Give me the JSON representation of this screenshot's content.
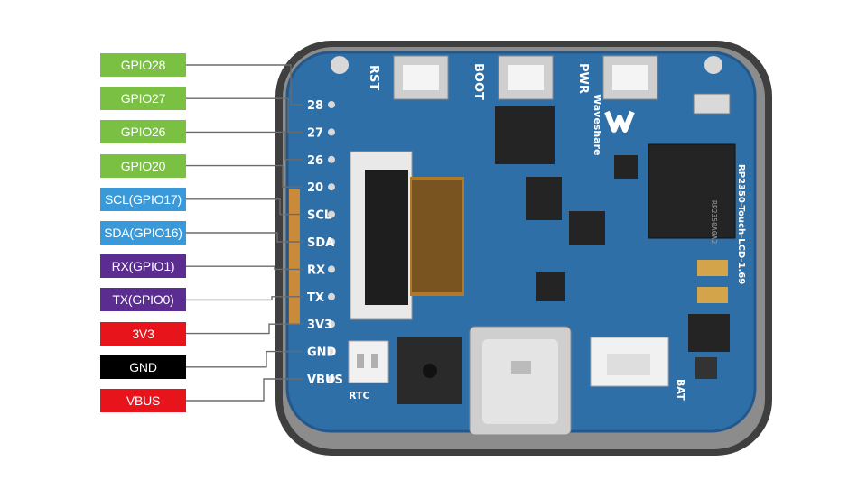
{
  "pins": [
    {
      "label": "GPIO28",
      "header": "28",
      "bg": "#7ac143",
      "fg": "#ffffff"
    },
    {
      "label": "GPIO27",
      "header": "27",
      "bg": "#7ac143",
      "fg": "#ffffff"
    },
    {
      "label": "GPIO26",
      "header": "26",
      "bg": "#7ac143",
      "fg": "#ffffff"
    },
    {
      "label": "GPIO20",
      "header": "20",
      "bg": "#7ac143",
      "fg": "#ffffff"
    },
    {
      "label": "SCL(GPIO17)",
      "header": "SCL",
      "bg": "#3a9ad9",
      "fg": "#ffffff"
    },
    {
      "label": "SDA(GPIO16)",
      "header": "SDA",
      "bg": "#3a9ad9",
      "fg": "#ffffff"
    },
    {
      "label": "RX(GPIO1)",
      "header": "RX",
      "bg": "#5b2d91",
      "fg": "#ffffff"
    },
    {
      "label": "TX(GPIO0)",
      "header": "TX",
      "bg": "#5b2d91",
      "fg": "#ffffff"
    },
    {
      "label": "3V3",
      "header": "3V3",
      "bg": "#e8141c",
      "fg": "#ffffff"
    },
    {
      "label": "GND",
      "header": "GND",
      "bg": "#000000",
      "fg": "#ffffff"
    },
    {
      "label": "VBUS",
      "header": "VBUS",
      "bg": "#e8141c",
      "fg": "#ffffff"
    }
  ],
  "board": {
    "buttons": [
      "RST",
      "BOOT",
      "PWR"
    ],
    "brand": "Waveshare",
    "model": "RP2350-Touch-LCD-1.69",
    "chip_text": "RP2350A0A2",
    "connectors": [
      "RTC",
      "BAT"
    ],
    "colors": {
      "pcb": "#2f6fa8",
      "bezel": "#4a4a4a",
      "line": "#6b6b6b"
    }
  }
}
